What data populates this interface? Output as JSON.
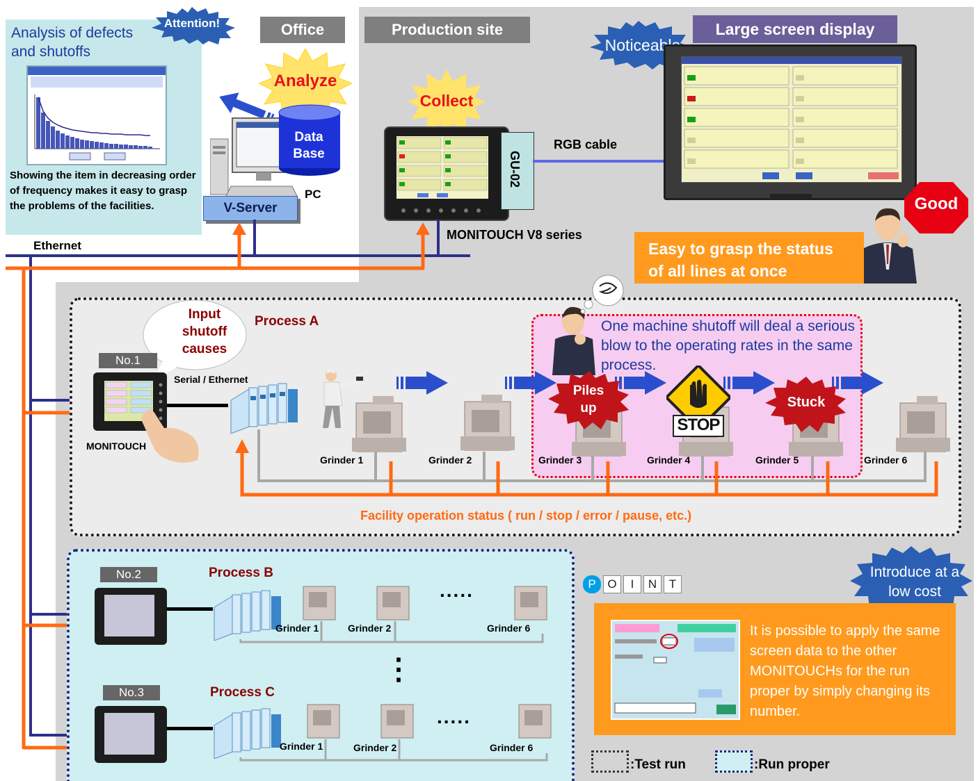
{
  "office": {
    "tag": "Office",
    "analysis_title": "Analysis of defects and shutoffs",
    "attention": "Attention!",
    "analysis_note": "Showing the item in decreasing order of frequency makes it easy to grasp the problems of the facilities.",
    "analyze": "Analyze",
    "database": "Data Base",
    "pc": "PC",
    "vserver": "V-Server",
    "ethernet": "Ethernet"
  },
  "site": {
    "tag": "Production site",
    "collect": "Collect",
    "gu": "GU-02",
    "rgb": "RGB cable",
    "monitouch_series": "MONITOUCH V8 series",
    "noticeable": "Noticeable",
    "large_screen": "Large screen display",
    "good": "Good",
    "easy": "Easy to grasp the status of all lines at once"
  },
  "process_a": {
    "title": "Process A",
    "no": "No.1",
    "bubble": "Input shutoff causes",
    "serial": "Serial / Ethernet",
    "monitouch": "MONITOUCH",
    "warning": "One machine shutoff will deal a serious blow to the operating rates in the same process.",
    "piles": "Piles up",
    "stop": "STOP",
    "stuck": "Stuck",
    "grinders": [
      "Grinder 1",
      "Grinder 2",
      "Grinder 3",
      "Grinder 4",
      "Grinder 5",
      "Grinder 6"
    ],
    "status": "Facility operation status ( run / stop / error / pause, etc.)"
  },
  "process_b": {
    "title": "Process B",
    "no": "No.2",
    "g1": "Grinder 1",
    "g2": "Grinder 2",
    "g6": "Grinder 6",
    "dots": "....."
  },
  "process_c": {
    "title": "Process C",
    "no": "No.3",
    "g1": "Grinder 1",
    "g2": "Grinder 2",
    "g6": "Grinder 6",
    "dots": "....."
  },
  "vdots": "⋮",
  "point": {
    "letters": [
      "P",
      "O",
      "I",
      "N",
      "T"
    ],
    "badge": "Introduce at a low cost",
    "text": "It is possible to apply the same screen data to the other MONITOUCHs for the run proper by simply changing its number."
  },
  "legend": {
    "test": ":Test run",
    "run": ":Run proper"
  },
  "colors": {
    "orange": "#ff6a13",
    "navy": "#2f2f8a",
    "blue_burst": "#2a5fb3",
    "red_burst": "#c0141a",
    "yellow": "#ffd51e",
    "site_bg": "#d4d4d4",
    "point_bg": "#ff9a1e"
  }
}
